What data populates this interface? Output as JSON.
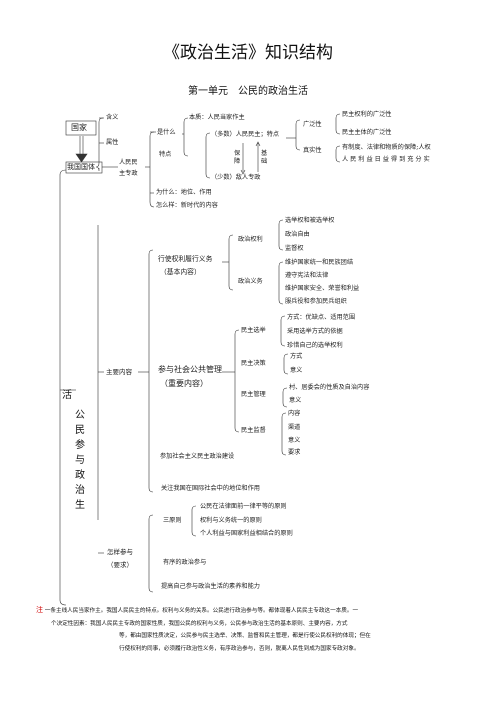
{
  "title": "《政治生活》知识结构",
  "unit_title": "第一单元　公民的政治生活",
  "state": {
    "guojia": "国家",
    "guoti": "我国国体",
    "hanyi": "含义",
    "shuxing": "属性",
    "renmin_a": "人民民",
    "renmin_b": "主专政",
    "shishenme": "是什么",
    "benzhi": "本质：人民当家作主",
    "tedian": "特点",
    "duoshu": "（多数）人民民主；特点",
    "baozhang": "保\n障",
    "jichu": "基\n础",
    "shaoshu": "（少数）敌人专政",
    "guangfan": "广泛性",
    "guangfan_1": "民主权利的广泛性",
    "guangfan_2": "民主主体的广泛性",
    "zhenshi": "真实性",
    "zhenshi_1": "有制度、法律和物质的保障;人权",
    "zhenshi_2": "人 民 利 益 日 益 得 到 充 分 实",
    "weishenme": "为什么：地位、作用",
    "zenmeyang": "怎么样：新时代的内容"
  },
  "citizen": {
    "vertical": [
      "活",
      "公",
      "民",
      "参",
      "与",
      "政",
      "治",
      "生"
    ],
    "zhuyao": "主要内容",
    "lvxing_1": "行使权利履行义务",
    "lvxing_2": "（基本内容）",
    "quanli": "政治权利",
    "quanli_items": [
      "选举权和被选举权",
      "政治自由",
      "监督权"
    ],
    "yiwu": "政治义务",
    "yiwu_items": [
      "维护国家统一和民族团结",
      "遵守宪法和法律",
      "维护国家安全、荣誉和利益",
      "服兵役和参加民兵组织"
    ],
    "canyu_1": "参与社会公共管理",
    "canyu_2": "（重要内容）",
    "xuanju": "民主选举",
    "xuanju_items": [
      "方式：优缺点、适用范围",
      "采用选举方式的依据",
      "珍惜自己的选举权利"
    ],
    "juece": "民主决策",
    "juece_items": [
      "方式",
      "意义"
    ],
    "guanli": "民主管理",
    "guanli_items": [
      "村、居委会的性质及自治内容",
      "意义"
    ],
    "jiandu": "民主监督",
    "jiandu_items": [
      "内容",
      "渠道",
      "意义",
      "要求"
    ],
    "canjia": "参加社会主义民主政治建设",
    "guanzhu": "关注我国在国际社会中的地位和作用",
    "zenyang_1": "怎样参与",
    "zenyang_2": "（要求）",
    "sanyuanze": "三原则",
    "yuanze_items": [
      "公民在法律面前一律平等的原则",
      "权利与义务统一的原则",
      "个人利益与国家利益相结合的原则"
    ],
    "youxu": "有序的政治参与",
    "tigao": "提高自己参与政治生活的素养和能力"
  },
  "note": {
    "tag": "注",
    "line1": "一条主线人民当家作主。我国人民民主的特点。权利与义务的关系。公民进行政治参与等。都体现着人民民主专政这一本质。一",
    "line2": "个决定性因素：我国人民民主专政的国家性质，我国公民的权利与义务，公民参与政治生活的基本原则、主要内容，方式",
    "line3": "等，都由国家性质决定，公民参与民主选举、决策、监督和民主管理，都是行使公民权利的体现；但在",
    "line4": "行使权利的同事，必须履行政治性义务，有序政治参与，否则，脱离人民性到成为国家专政对象。"
  }
}
